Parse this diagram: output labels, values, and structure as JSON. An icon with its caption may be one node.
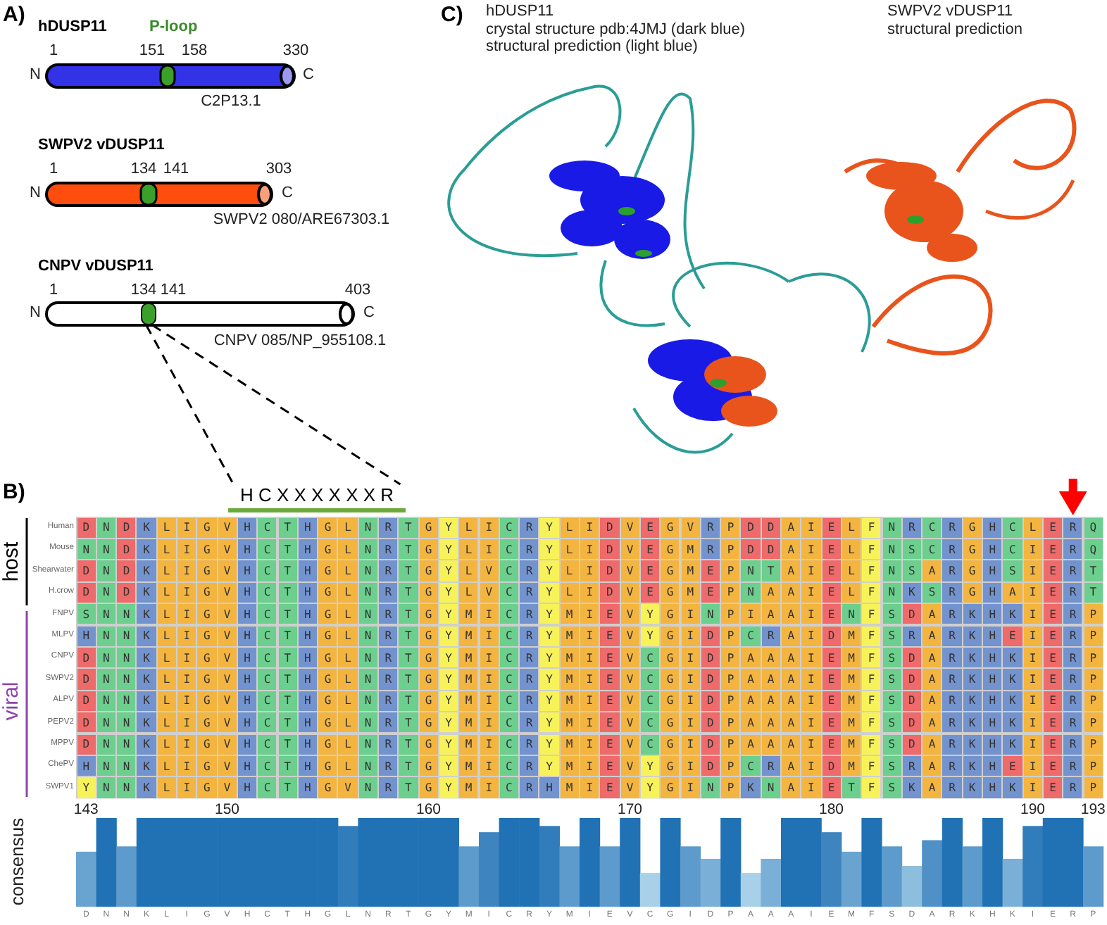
{
  "diagram": {
    "nodes": [
      {
        "text": [],
        "shape": "bar"
      },
      {
        "text": [
          "H C X X X X X X R"
        ]
      }
    ],
    "edges": [
      {
        "from": 0,
        "to": 1,
        "arrow": "none",
        "style": "dashed"
      },
      {
        "from": 0,
        "to": 1,
        "arrow": "none",
        "style": "dashed"
      }
    ],
    "labels": [
      "A)",
      "hDUSP11",
      "P-loop",
      "1",
      "151",
      "158",
      "330",
      "N",
      "C",
      "C2P13.1",
      "SWPV2 vDUSP11",
      "1",
      "134",
      "141",
      "303",
      "N",
      "C",
      "SWPV2 080/ARE67303.1",
      "CNPV vDUSP11",
      "1",
      "134",
      "141",
      "403",
      "N",
      "C",
      "CNPV 085/NP_955108.1",
      "C)",
      "hDUSP11",
      "crystal structure pdb:4JMJ (dark blue)",
      "structural prediction (light blue)",
      "SWPV2 vDUSP11",
      "structural prediction",
      "B)",
      "host",
      "viral",
      "Human",
      "D",
      "N",
      "D",
      "K",
      "L",
      "I",
      "G",
      "V",
      "H",
      "C",
      "T",
      "H",
      "G",
      "L",
      "N",
      "R",
      "T",
      "G",
      "Y",
      "L",
      "I",
      "C",
      "R",
      "Y",
      "L",
      "I",
      "D",
      "V",
      "E",
      "G",
      "V",
      "R",
      "P",
      "D",
      "D",
      "A",
      "I",
      "E",
      "L",
      "F",
      "N",
      "R",
      "C",
      "R",
      "G",
      "H",
      "C",
      "L",
      "E",
      "R",
      "Q",
      "Mouse",
      "N",
      "N",
      "D",
      "K",
      "L",
      "I",
      "G",
      "V",
      "H",
      "C",
      "T",
      "H",
      "G",
      "L",
      "N",
      "R",
      "T",
      "G",
      "Y",
      "L",
      "I",
      "C",
      "R",
      "Y",
      "L",
      "I",
      "D",
      "V",
      "E",
      "G",
      "M",
      "R",
      "P",
      "D",
      "D",
      "A",
      "I",
      "E",
      "L",
      "F",
      "N",
      "S",
      "C",
      "R",
      "G",
      "H",
      "C",
      "I",
      "E",
      "R",
      "Q",
      "Shearwater",
      "D",
      "N",
      "D",
      "K",
      "L",
      "I",
      "G",
      "V",
      "H",
      "C",
      "T",
      "H",
      "G",
      "L",
      "N",
      "R",
      "T",
      "G",
      "Y",
      "L",
      "V",
      "C",
      "R",
      "Y",
      "L",
      "I",
      "D",
      "V",
      "E",
      "G",
      "M",
      "E",
      "P",
      "N",
      "T",
      "A",
      "I",
      "E",
      "L",
      "F",
      "N",
      "S",
      "A",
      "R",
      "G",
      "H",
      "S",
      "I",
      "E",
      "R",
      "T",
      "H.crow",
      "D",
      "N",
      "D",
      "K",
      "L",
      "I",
      "G",
      "V",
      "H",
      "C",
      "T",
      "H",
      "G",
      "L",
      "N",
      "R",
      "T",
      "G",
      "Y",
      "L",
      "V",
      "C",
      "R",
      "Y",
      "L",
      "I",
      "D",
      "V",
      "E",
      "G",
      "M",
      "E",
      "P",
      "N",
      "A",
      "A",
      "I",
      "E",
      "L",
      "F",
      "N",
      "K",
      "S",
      "R",
      "G",
      "H",
      "A",
      "I",
      "E",
      "R",
      "T",
      "FNPV",
      "S",
      "N",
      "N",
      "K",
      "L",
      "I",
      "G",
      "V",
      "H",
      "C",
      "T",
      "H",
      "G",
      "L",
      "N",
      "R",
      "T",
      "G",
      "Y",
      "M",
      "I",
      "C",
      "R",
      "Y",
      "M",
      "I",
      "E",
      "V",
      "Y",
      "G",
      "I",
      "N",
      "P",
      "I",
      "A",
      "A",
      "I",
      "E",
      "N",
      "F",
      "S",
      "D",
      "A",
      "R",
      "K",
      "H",
      "K",
      "I",
      "E",
      "R",
      "P",
      "MLPV",
      "H",
      "N",
      "N",
      "K",
      "L",
      "I",
      "G",
      "V",
      "H",
      "C",
      "T",
      "H",
      "G",
      "L",
      "N",
      "R",
      "T",
      "G",
      "Y",
      "M",
      "I",
      "C",
      "R",
      "Y",
      "M",
      "I",
      "E",
      "V",
      "Y",
      "G",
      "I",
      "D",
      "P",
      "C",
      "R",
      "A",
      "I",
      "D",
      "M",
      "F",
      "S",
      "R",
      "A",
      "R",
      "K",
      "H",
      "E",
      "I",
      "E",
      "R",
      "P",
      "CNPV",
      "D",
      "N",
      "N",
      "K",
      "L",
      "I",
      "G",
      "V",
      "H",
      "C",
      "T",
      "H",
      "G",
      "L",
      "N",
      "R",
      "T",
      "G",
      "Y",
      "M",
      "I",
      "C",
      "R",
      "Y",
      "M",
      "I",
      "E",
      "V",
      "C",
      "G",
      "I",
      "D",
      "P",
      "A",
      "A",
      "A",
      "I",
      "E",
      "M",
      "F",
      "S",
      "D",
      "A",
      "R",
      "K",
      "H",
      "K",
      "I",
      "E",
      "R",
      "P",
      "SWPV2",
      "D",
      "N",
      "N",
      "K",
      "L",
      "I",
      "G",
      "V",
      "H",
      "C",
      "T",
      "H",
      "G",
      "L",
      "N",
      "R",
      "T",
      "G",
      "Y",
      "M",
      "I",
      "C",
      "R",
      "Y",
      "M",
      "I",
      "E",
      "V",
      "C",
      "G",
      "I",
      "D",
      "P",
      "A",
      "A",
      "A",
      "I",
      "E",
      "M",
      "F",
      "S",
      "D",
      "A",
      "R",
      "K",
      "H",
      "K",
      "I",
      "E",
      "R",
      "P",
      "ALPV",
      "D",
      "N",
      "N",
      "K",
      "L",
      "I",
      "G",
      "V",
      "H",
      "C",
      "T",
      "H",
      "G",
      "L",
      "N",
      "R",
      "T",
      "G",
      "Y",
      "M",
      "I",
      "C",
      "R",
      "Y",
      "M",
      "I",
      "E",
      "V",
      "C",
      "G",
      "I",
      "D",
      "P",
      "A",
      "A",
      "A",
      "I",
      "E",
      "M",
      "F",
      "S",
      "D",
      "A",
      "R",
      "K",
      "H",
      "K",
      "I",
      "E",
      "R",
      "P",
      "PEPV2",
      "D",
      "N",
      "N",
      "K",
      "L",
      "I",
      "G",
      "V",
      "H",
      "C",
      "T",
      "H",
      "G",
      "L",
      "N",
      "R",
      "T",
      "G",
      "Y",
      "M",
      "I",
      "C",
      "R",
      "Y",
      "M",
      "I",
      "E",
      "V",
      "C",
      "G",
      "I",
      "D",
      "P",
      "A",
      "A",
      "A",
      "I",
      "E",
      "M",
      "F",
      "S",
      "D",
      "A",
      "R",
      "K",
      "H",
      "K",
      "I",
      "E",
      "R",
      "P",
      "MPPV",
      "D",
      "N",
      "N",
      "K",
      "L",
      "I",
      "G",
      "V",
      "H",
      "C",
      "T",
      "H",
      "G",
      "L",
      "N",
      "R",
      "T",
      "G",
      "Y",
      "M",
      "I",
      "C",
      "R",
      "Y",
      "M",
      "I",
      "E",
      "V",
      "C",
      "G",
      "I",
      "D",
      "P",
      "A",
      "A",
      "A",
      "I",
      "E",
      "M",
      "F",
      "S",
      "D",
      "A",
      "R",
      "K",
      "H",
      "K",
      "I",
      "E",
      "R",
      "P",
      "ChePV",
      "H",
      "N",
      "N",
      "K",
      "L",
      "I",
      "G",
      "V",
      "H",
      "C",
      "T",
      "H",
      "G",
      "L",
      "N",
      "R",
      "T",
      "G",
      "Y",
      "M",
      "I",
      "C",
      "R",
      "Y",
      "M",
      "I",
      "E",
      "V",
      "Y",
      "G",
      "I",
      "D",
      "P",
      "C",
      "R",
      "A",
      "I",
      "D",
      "M",
      "F",
      "S",
      "R",
      "A",
      "R",
      "K",
      "H",
      "E",
      "I",
      "E",
      "R",
      "P",
      "SWPV1",
      "Y",
      "N",
      "N",
      "K",
      "L",
      "I",
      "G",
      "V",
      "H",
      "C",
      "T",
      "H",
      "G",
      "V",
      "N",
      "R",
      "T",
      "G",
      "Y",
      "M",
      "I",
      "C",
      "R",
      "H",
      "M",
      "I",
      "E",
      "V",
      "Y",
      "G",
      "I",
      "N",
      "P",
      "K",
      "N",
      "A",
      "I",
      "E",
      "T",
      "F",
      "S",
      "K",
      "A",
      "R",
      "K",
      "H",
      "K",
      "I",
      "E",
      "R",
      "P",
      "143",
      "150",
      "160",
      "170",
      "180",
      "190",
      "193",
      "consensus",
      "D",
      "N",
      "N",
      "K",
      "L",
      "I",
      "G",
      "V",
      "H",
      "C",
      "T",
      "H",
      "G",
      "L",
      "N",
      "R",
      "T",
      "G",
      "Y",
      "M",
      "I",
      "C",
      "R",
      "Y",
      "M",
      "I",
      "E",
      "V",
      "C",
      "G",
      "I",
      "D",
      "P",
      "A",
      "A",
      "A",
      "I",
      "E",
      "M",
      "F",
      "S",
      "D",
      "A",
      "R",
      "K",
      "H",
      "K",
      "I",
      "E",
      "R",
      "P"
    ]
  }
}
